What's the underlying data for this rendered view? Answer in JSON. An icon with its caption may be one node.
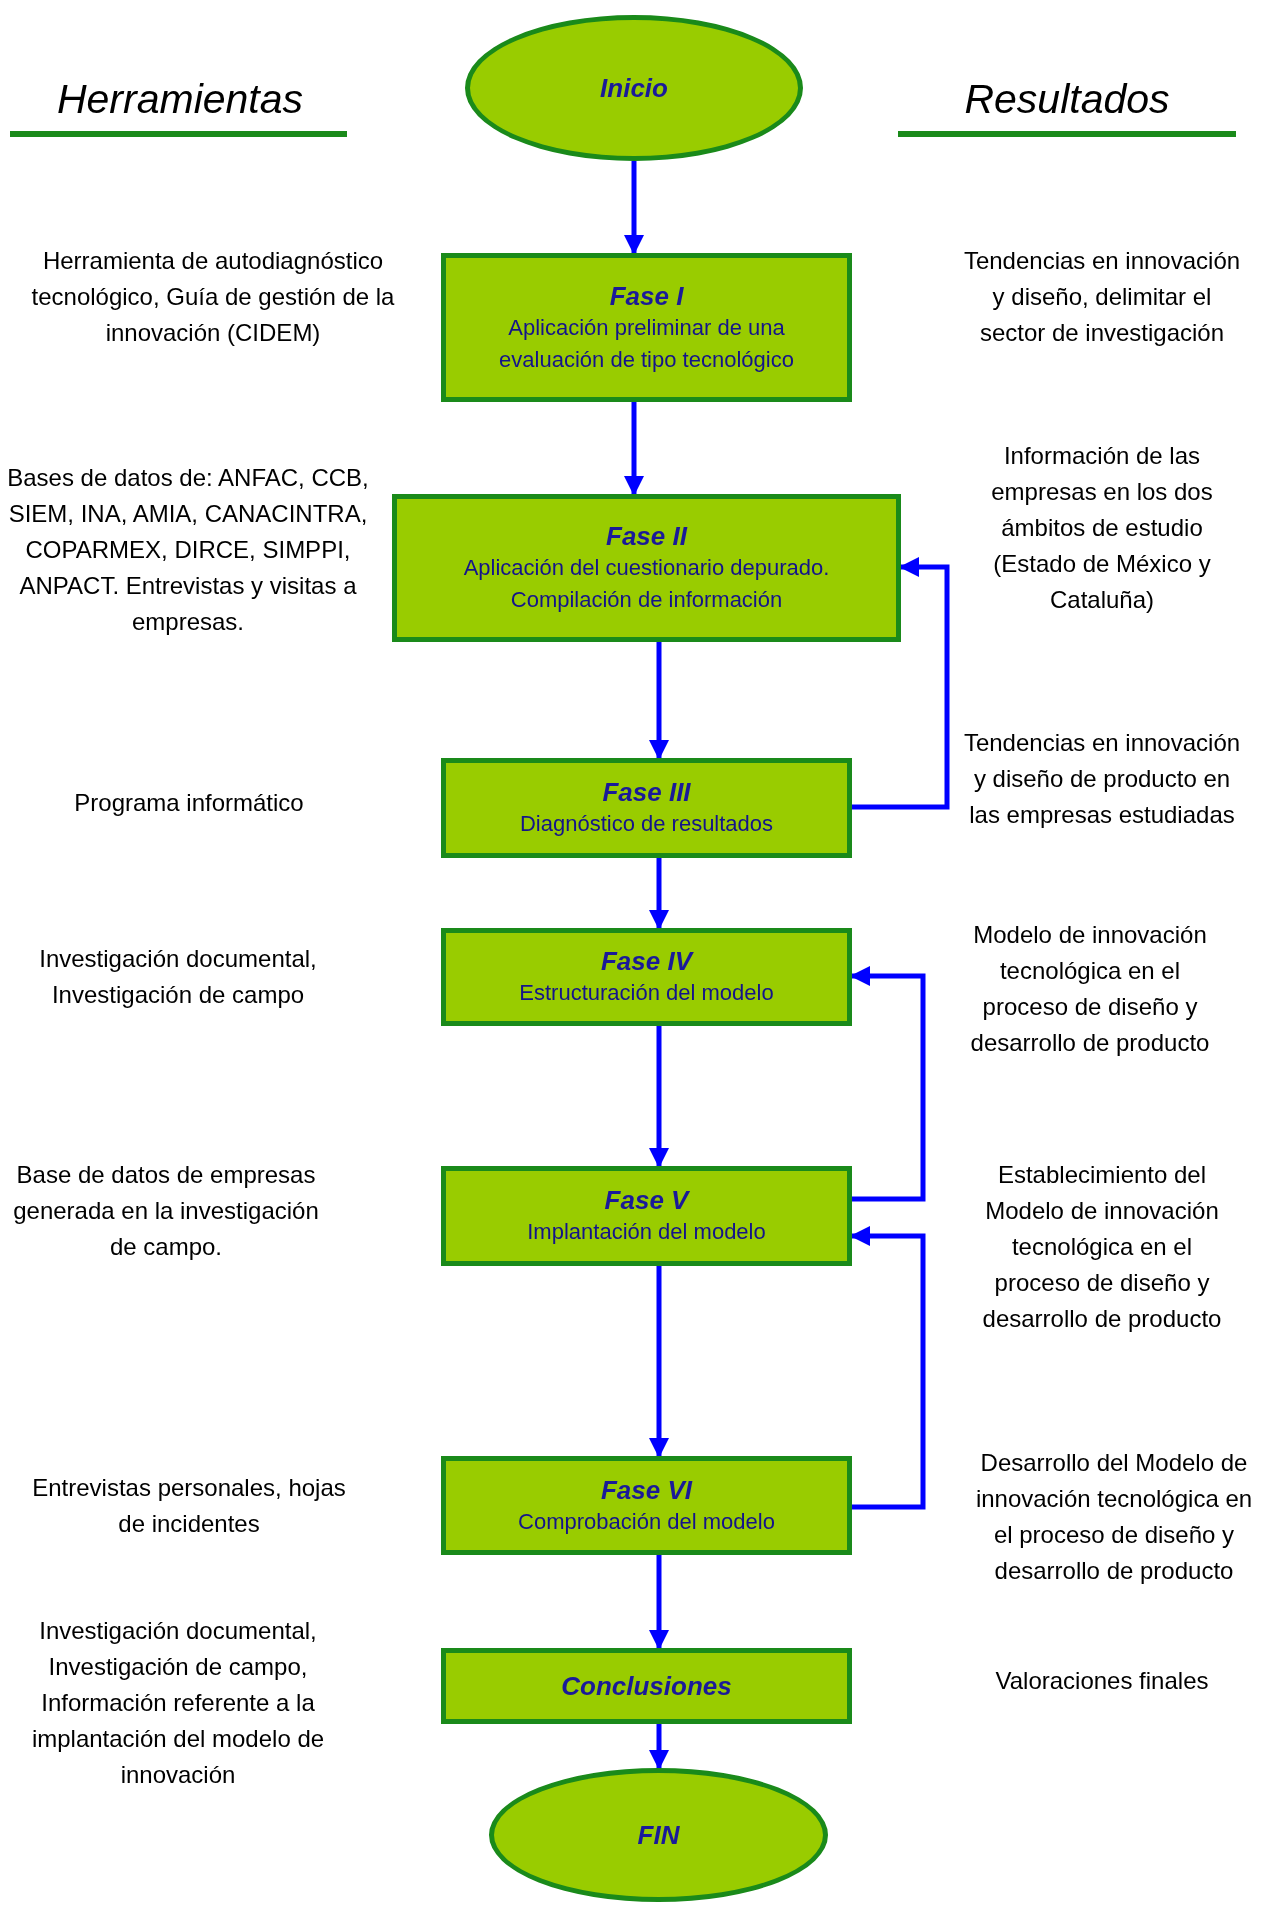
{
  "diagram": {
    "nodes": [
      {
        "text": [
          "Inicio"
        ]
      },
      {
        "text": [
          "Fase I",
          "Aplicación preliminar de una evaluación de tipo tecnológico"
        ]
      },
      {
        "text": [
          "Fase II",
          "Aplicación del cuestionario depurado. Compilación de información"
        ]
      },
      {
        "text": [
          "Fase III",
          "Diagnóstico de resultados"
        ]
      },
      {
        "text": [
          "Fase IV",
          "Estructuración del modelo"
        ]
      },
      {
        "text": [
          "Fase V",
          "Implantación del modelo"
        ]
      },
      {
        "text": [
          "Fase VI",
          "Comprobación del modelo"
        ]
      },
      {
        "text": [
          "Conclusiones"
        ]
      },
      {
        "text": [
          "FIN"
        ]
      }
    ],
    "edges": [
      {
        "from": 0,
        "to": 1,
        "arrow": "to"
      },
      {
        "from": 1,
        "to": 2,
        "arrow": "to"
      },
      {
        "from": 2,
        "to": 3,
        "arrow": "to"
      },
      {
        "from": 3,
        "to": 4,
        "arrow": "to"
      },
      {
        "from": 4,
        "to": 5,
        "arrow": "to"
      },
      {
        "from": 5,
        "to": 6,
        "arrow": "to"
      },
      {
        "from": 6,
        "to": 7,
        "arrow": "to"
      },
      {
        "from": 7,
        "to": 8,
        "arrow": "to"
      },
      {
        "from": 3,
        "to": 2,
        "arrow": "to"
      },
      {
        "from": 5,
        "to": 4,
        "arrow": "to"
      },
      {
        "from": 6,
        "to": 5,
        "arrow": "to"
      }
    ],
    "labels": [
      "Herramientas",
      "Resultados",
      "Herramienta de autodiagnóstico tecnológico, Guía de gestión de la innovación (CIDEM)",
      "Tendencias en innovación y diseño, delimitar el sector de investigación",
      "Bases de datos de: ANFAC, CCB, SIEM, INA, AMIA, CANACINTRA, COPARMEX, DIRCE, SIMPPI, ANPACT. Entrevistas y visitas a empresas.",
      "Información de las empresas en los dos ámbitos de estudio (Estado de México y Cataluña)",
      "Programa informático",
      "Tendencias en innovación y diseño de producto en las empresas estudiadas",
      "Investigación documental, Investigación de campo",
      "Modelo de innovación tecnológica en el proceso de diseño y desarrollo de producto",
      "Base de datos de empresas generada en la investigación de campo.",
      "Establecimiento del Modelo de innovación tecnológica en el proceso de diseño y desarrollo de producto",
      "Entrevistas personales, hojas de incidentes",
      "Desarrollo del Modelo de innovación tecnológica en el proceso de diseño y desarrollo de producto",
      "Investigación documental, Investigación de campo, Información referente a la implantación del modelo de innovación",
      "Valoraciones finales"
    ]
  }
}
